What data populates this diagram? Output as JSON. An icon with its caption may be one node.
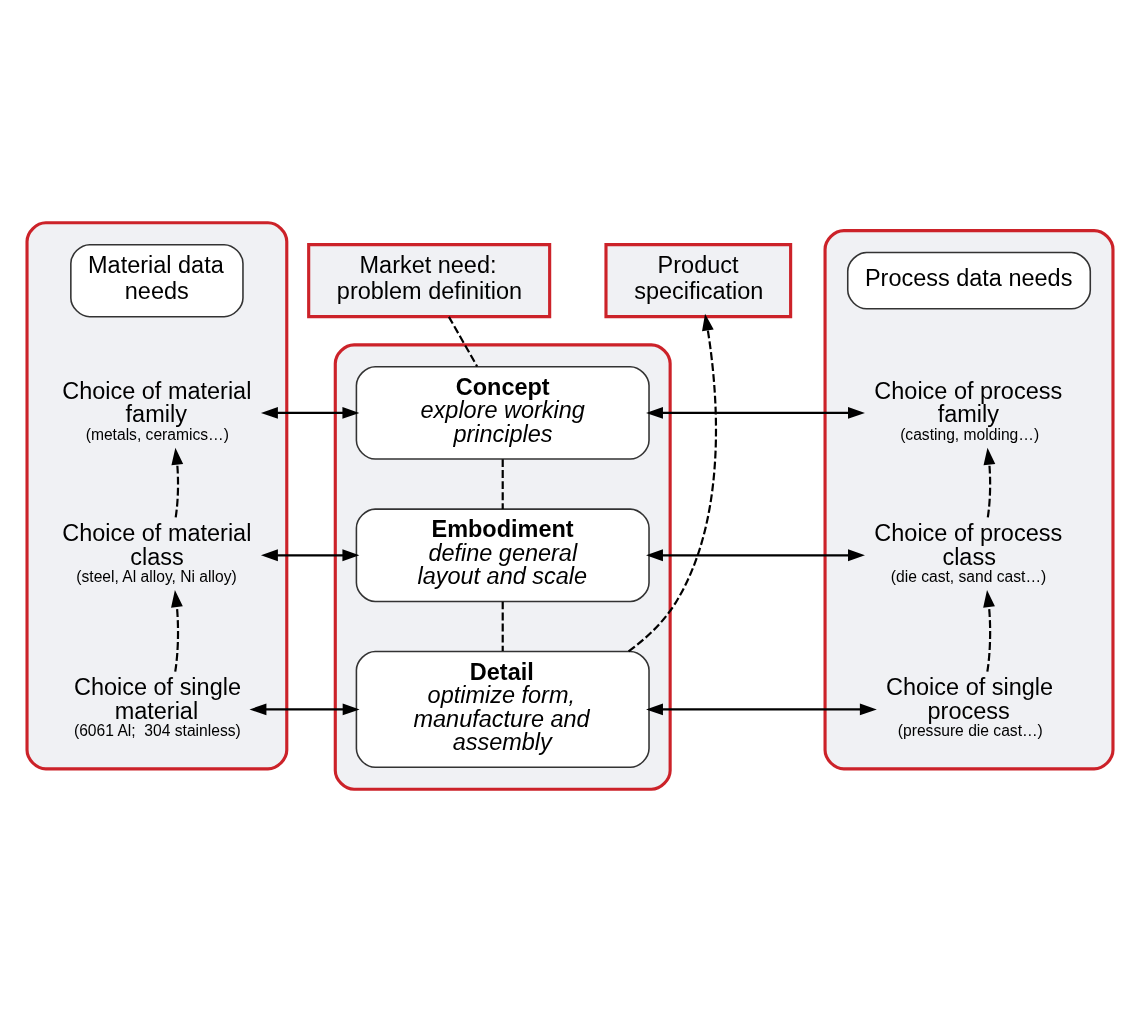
{
  "diagram": {
    "nodes": [
      {
        "text": [],
        "shape": "box"
      },
      {
        "text": [
          "Material data needs"
        ],
        "in": 0
      },
      {
        "text": [
          "Choice of material family",
          "(metals, ceramics…)"
        ],
        "in": 0
      },
      {
        "text": [
          "Choice of material class",
          "(steel, Al alloy, Ni alloy)"
        ],
        "in": 0
      },
      {
        "text": [
          "Choice of single material",
          "(6061 Al;  304 stainless)"
        ],
        "in": 0
      },
      {
        "text": [
          "Market need: problem definition"
        ]
      },
      {
        "text": [],
        "shape": "box"
      },
      {
        "text": [
          "Concept",
          "explore working principles"
        ],
        "in": 6
      },
      {
        "text": [
          "Embodiment",
          "define general layout and scale"
        ],
        "in": 6
      },
      {
        "text": [
          "Detail",
          "optimize form, manufacture and assembly"
        ],
        "in": 6
      },
      {
        "text": [],
        "shape": "box"
      },
      {
        "text": [
          "Process data needs"
        ],
        "in": 10
      },
      {
        "text": [
          "Choice of process family",
          "(casting, molding…)"
        ],
        "in": 10
      },
      {
        "text": [
          "Choice of process class",
          "(die cast, sand cast…)"
        ],
        "in": 10
      },
      {
        "text": [
          "Choice of single process",
          "(pressure die cast…)"
        ],
        "in": 10
      },
      {
        "text": [
          "Product specification"
        ]
      }
    ],
    "edges": [
      {
        "from": 5,
        "to": 7,
        "arrow": "none",
        "style": "dashed"
      },
      {
        "from": 7,
        "to": 8,
        "arrow": "none",
        "style": "dashed"
      },
      {
        "from": 8,
        "to": 9,
        "arrow": "none",
        "style": "dashed"
      },
      {
        "from": 9,
        "to": 15,
        "arrow": "to",
        "style": "dashed"
      },
      {
        "from": 2,
        "to": 7,
        "arrow": "both"
      },
      {
        "from": 3,
        "to": 8,
        "arrow": "both"
      },
      {
        "from": 4,
        "to": 9,
        "arrow": "both"
      },
      {
        "from": 7,
        "to": 12,
        "arrow": "both"
      },
      {
        "from": 8,
        "to": 13,
        "arrow": "both"
      },
      {
        "from": 9,
        "to": 14,
        "arrow": "both"
      },
      {
        "from": 3,
        "to": 2,
        "arrow": "to",
        "style": "dashed"
      },
      {
        "from": 4,
        "to": 3,
        "arrow": "to",
        "style": "dashed"
      },
      {
        "from": 13,
        "to": 12,
        "arrow": "to",
        "style": "dashed"
      },
      {
        "from": 14,
        "to": 13,
        "arrow": "to",
        "style": "dashed"
      }
    ]
  }
}
